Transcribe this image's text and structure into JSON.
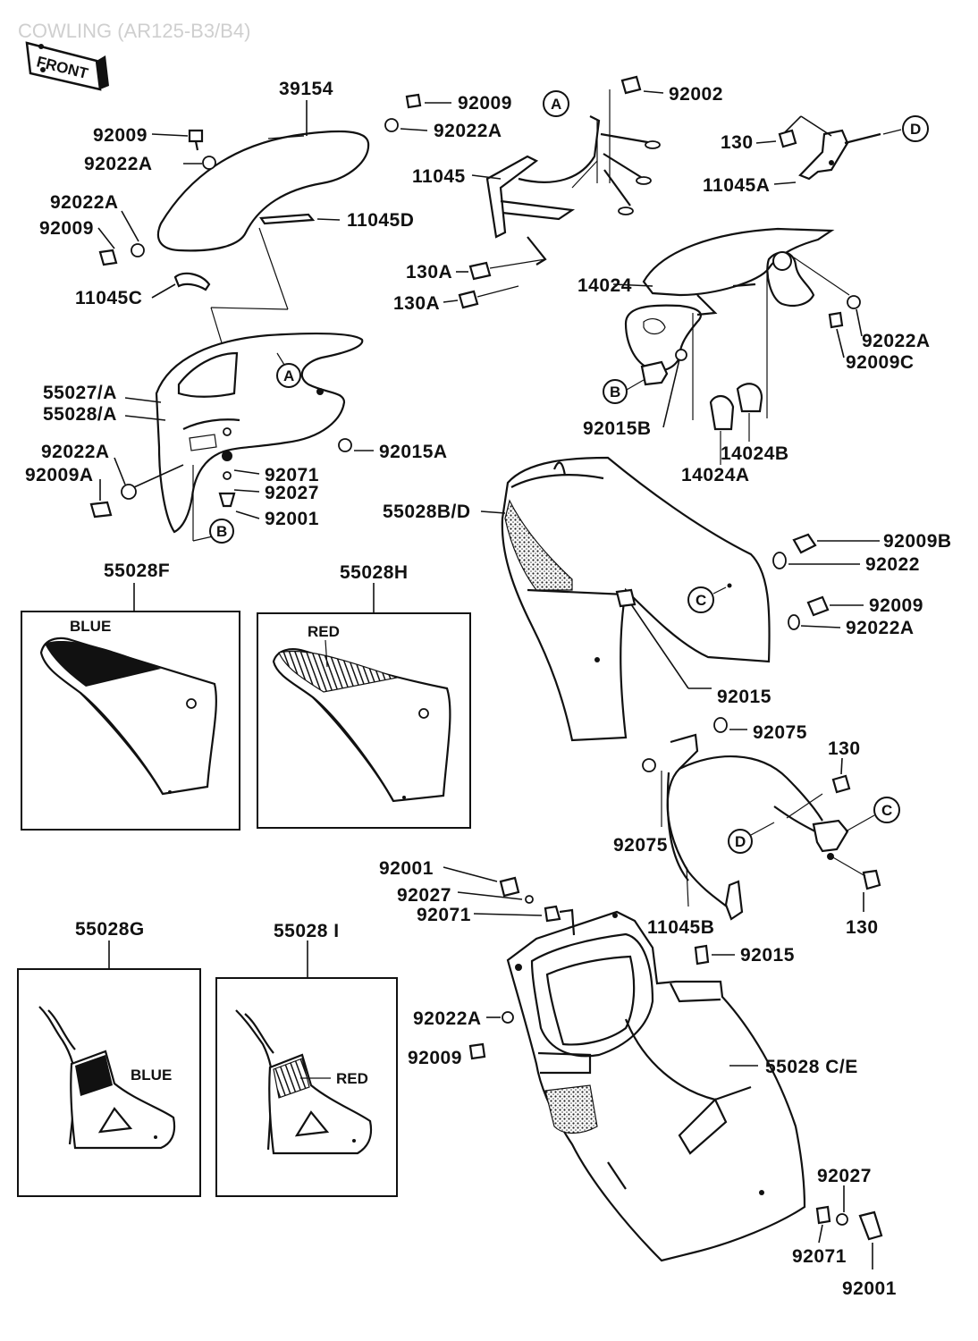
{
  "header": {
    "title": "COWLING (AR125-B3/B4)",
    "front_label": "FRONT"
  },
  "labels": {
    "p39154": "39154",
    "p92009_a": "92009",
    "p92022A_a": "92022A",
    "p92009_b": "92009",
    "p92022A_b": "92022A",
    "p92022A_c": "92022A",
    "p92009_c": "92009",
    "p11045D": "11045D",
    "p11045C": "11045C",
    "p55027A": "55027/A",
    "p55028A": "55028/A",
    "p92015A": "92015A",
    "p92022A_d": "92022A",
    "p92009A": "92009A",
    "p92071_a": "92071",
    "p92027_a": "92027",
    "p92001_a": "92001",
    "p92002": "92002",
    "p11045": "11045",
    "p130A_a": "130A",
    "p130A_b": "130A",
    "p130_a": "130",
    "p11045A": "11045A",
    "p14024": "14024",
    "p92022A_e": "92022A",
    "p92009C": "92009C",
    "p92015B": "92015B",
    "p14024B": "14024B",
    "p14024A": "14024A",
    "p55028BD": "55028B/D",
    "p92009B": "92009B",
    "p92022_a": "92022",
    "p92009_d": "92009",
    "p92022A_f": "92022A",
    "p92015_a": "92015",
    "p92075_a": "92075",
    "p130_b": "130",
    "p92075_b": "92075",
    "p11045B": "11045B",
    "p130_c": "130",
    "p92001_b": "92001",
    "p92027_b": "92027",
    "p92071_b": "92071",
    "p92015_b": "92015",
    "p92022A_g": "92022A",
    "p92009_e": "92009",
    "p55028CE": "55028 C/E",
    "p92027_c": "92027",
    "p92071_c": "92071",
    "p92001_c": "92001"
  },
  "callouts": {
    "A": "A",
    "B": "B",
    "C": "C",
    "D": "D"
  },
  "insets": {
    "f": {
      "part": "55028F",
      "color": "BLUE"
    },
    "h": {
      "part": "55028H",
      "color": "RED"
    },
    "g": {
      "part": "55028G",
      "color": "BLUE"
    },
    "i": {
      "part": "55028 I",
      "color": "RED"
    }
  }
}
